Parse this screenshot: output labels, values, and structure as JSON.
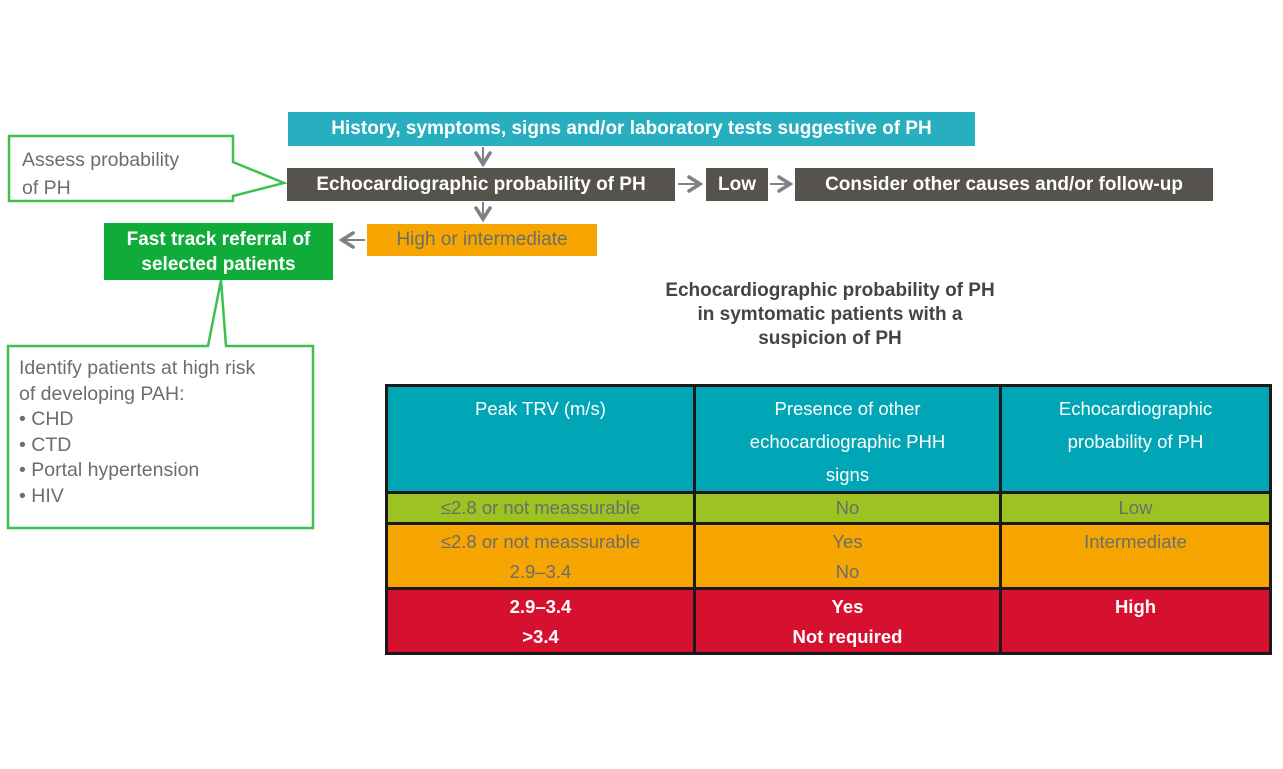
{
  "colors": {
    "teal_flow": "#27AFC0",
    "teal_table": "#00A6B6",
    "gray_box": "#56524E",
    "orange": "#F7A500",
    "green_flow": "#0FAC3A",
    "green_border": "#3DC050",
    "green_row": "#9CC321",
    "red_row": "#D6102F",
    "arrow": "#7F8284",
    "text_gray": "#6B6E6B",
    "title_text": "#414549",
    "table_border": "#1A1A1A"
  },
  "flowchart": {
    "history_label": "History, symptoms, signs and/or laboratory tests suggestive of PH",
    "echo_label": "Echocardiographic probability of PH",
    "low_label": "Low",
    "consider_label": "Consider other causes and/or follow-up",
    "high_intermediate_label": "High or intermediate",
    "fast_track_lines": [
      "Fast track referral of",
      "selected patients"
    ],
    "assess_bubble_lines": [
      "Assess probability",
      "of PH"
    ],
    "identify_callout": {
      "heading_lines": [
        "Identify patients at high risk",
        "of developing PAH:"
      ],
      "bullets": [
        "CHD",
        "CTD",
        "Portal hypertension",
        "HIV"
      ]
    }
  },
  "table": {
    "title_lines": [
      "Echocardiographic probability of PH",
      "in symtomatic patients with a",
      "suspicion of PH"
    ],
    "headers": [
      [
        "Peak TRV (m/s)"
      ],
      [
        "Presence of other",
        "echocardiographic PHH",
        "signs"
      ],
      [
        "Echocardiographic",
        "probability of PH"
      ]
    ],
    "rows": [
      {
        "level": "low",
        "cells": [
          [
            "≤2.8 or not meassurable"
          ],
          [
            "No"
          ],
          [
            "Low"
          ]
        ]
      },
      {
        "level": "intermediate",
        "cells": [
          [
            "≤2.8 or not meassurable",
            "2.9–3.4"
          ],
          [
            "Yes",
            "No"
          ],
          [
            "Intermediate"
          ]
        ]
      },
      {
        "level": "high",
        "cells": [
          [
            "2.9–3.4",
            ">3.4"
          ],
          [
            "Yes",
            "Not required"
          ],
          [
            "High"
          ]
        ]
      }
    ]
  }
}
